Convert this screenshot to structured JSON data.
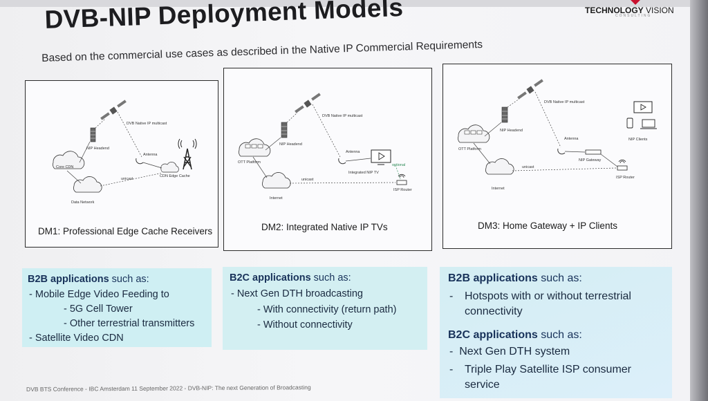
{
  "slide": {
    "title": "DVB-NIP Deployment Models",
    "brand": {
      "name_bold": "TECHNOLOGY",
      "name_light": " VISION",
      "sub": "CONSULTING"
    },
    "subtitle": "Based on the commercial use cases as described in the Native IP Commercial Requirements",
    "footer": "DVB BTS Conference - IBC Amsterdam 11 September 2022 - DVB-NIP: The next Generation of Broadcasting"
  },
  "panels": [
    {
      "caption": "DM1: Professional Edge Cache Receivers",
      "labels": {
        "satellite": "DVB Native IP multicast",
        "headend": "NIP Headend",
        "antenna": "Antenna",
        "core": "Core CDN",
        "edge": "CDN Edge Cache",
        "network": "Data Network",
        "unicast": "unicast"
      }
    },
    {
      "caption": "DM2: Integrated Native IP TVs",
      "labels": {
        "satellite": "DVB Native IP multicast",
        "headend": "NIP Headend",
        "antenna": "Antenna",
        "ott": "OTT Platform",
        "tv": "Integrated NIP TV",
        "optional": "optional",
        "internet": "Internet",
        "unicast": "unicast",
        "router": "ISP Router"
      }
    },
    {
      "caption": "DM3: Home Gateway + IP Clients",
      "labels": {
        "satellite": "DVB Native IP multicast",
        "headend": "NIP Headend",
        "antenna": "Antenna",
        "ott": "OTT Platform",
        "clients": "NIP Clients",
        "gateway": "NIP Gateway",
        "internet": "Internet",
        "unicast": "unicast",
        "router": "ISP Router"
      }
    }
  ],
  "applications": [
    {
      "heading_bold": "B2B applications",
      "heading_rest": " such as:",
      "items": [
        {
          "text": "Mobile Edge Video Feeding to",
          "level": 1
        },
        {
          "text": "5G Cell Tower",
          "level": 2
        },
        {
          "text": "Other terrestrial transmitters",
          "level": 2
        },
        {
          "text": "Satellite Video CDN",
          "level": 1
        }
      ]
    },
    {
      "heading_bold": "B2C applications",
      "heading_rest": " such as:",
      "items": [
        {
          "text": "Next Gen DTH broadcasting",
          "level": 1
        },
        {
          "text": "With connectivity (return path)",
          "level": 2
        },
        {
          "text": "Without connectivity",
          "level": 2
        }
      ]
    },
    {
      "heading_bold": "B2B applications",
      "heading_rest": " such as:",
      "items": [
        {
          "text": "Hotspots with or without terrestrial connectivity",
          "level": 1
        }
      ],
      "heading2_bold": "B2C applications",
      "heading2_rest": " such as:",
      "items2": [
        {
          "text": "Next Gen DTH system",
          "level": 1
        },
        {
          "text": "Triple Play Satellite ISP consumer service",
          "level": 1
        }
      ]
    }
  ]
}
